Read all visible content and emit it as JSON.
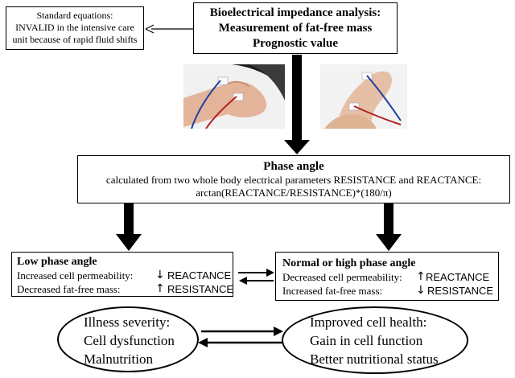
{
  "bia": {
    "line1": "Bioelectrical impedance analysis:",
    "line2": "Measurement of fat-free mass",
    "line3": "Prognostic value"
  },
  "standard_eq": {
    "line1": "Standard equations:",
    "line2": "INVALID in the intensive care",
    "line3": "unit because of rapid fluid shifts"
  },
  "phase_angle": {
    "title": "Phase angle",
    "line1": "calculated from two whole body electrical parameters RESISTANCE and REACTANCE:",
    "line2": "arctan(REACTANCE/RESISTANCE)*(180/π)"
  },
  "low": {
    "title": "Low phase angle",
    "row1_label": "Increased cell permeability:",
    "row1_arrow": "↓",
    "row1_value": "REACTANCE",
    "row2_label": "Decreased fat-free mass:",
    "row2_arrow": "↑",
    "row2_value": "RESISTANCE"
  },
  "high": {
    "title": "Normal or high phase angle",
    "row1_label": "Decreased cell permeability:",
    "row1_arrow": "↑",
    "row1_value": "REACTANCE",
    "row2_label": "Increased fat-free mass:",
    "row2_arrow": "↓",
    "row2_value": "RESISTANCE"
  },
  "illness": {
    "line1": "Illness severity:",
    "line2": "Cell dysfunction",
    "line3": "Malnutrition"
  },
  "health": {
    "line1": "Improved cell health:",
    "line2": "Gain in cell function",
    "line3": "Better nutritional status"
  }
}
